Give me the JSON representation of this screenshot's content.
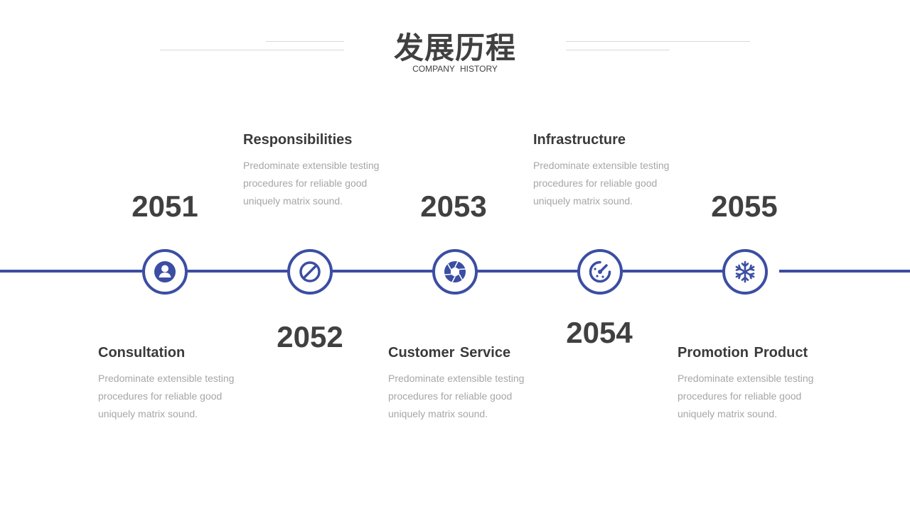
{
  "header": {
    "title": "发展历程",
    "subtitle": "COMPANY HISTORY"
  },
  "colors": {
    "accent": "#3b4ea3",
    "text_dark": "#404040",
    "text_muted": "#a6a6a6"
  },
  "timeline": [
    {
      "year": "2051",
      "icon": "user-icon",
      "title": "Consultation",
      "description": "Predominate extensible testing procedures for reliable good uniquely matrix sound."
    },
    {
      "year": "2052",
      "icon": "prohibited-icon",
      "title": "Responsibilities",
      "description": "Predominate extensible testing procedures for reliable good uniquely matrix sound."
    },
    {
      "year": "2053",
      "icon": "aperture-icon",
      "title": "Customer Service",
      "description": "Predominate extensible testing procedures for reliable good uniquely matrix sound."
    },
    {
      "year": "2054",
      "icon": "dashboard-gauge-icon",
      "title": "Infrastructure",
      "description": "Predominate extensible testing procedures for reliable good uniquely matrix sound."
    },
    {
      "year": "2055",
      "icon": "snowflake-icon",
      "title": "Promotion Product",
      "description": "Predominate extensible testing procedures for reliable good uniquely matrix sound."
    }
  ]
}
